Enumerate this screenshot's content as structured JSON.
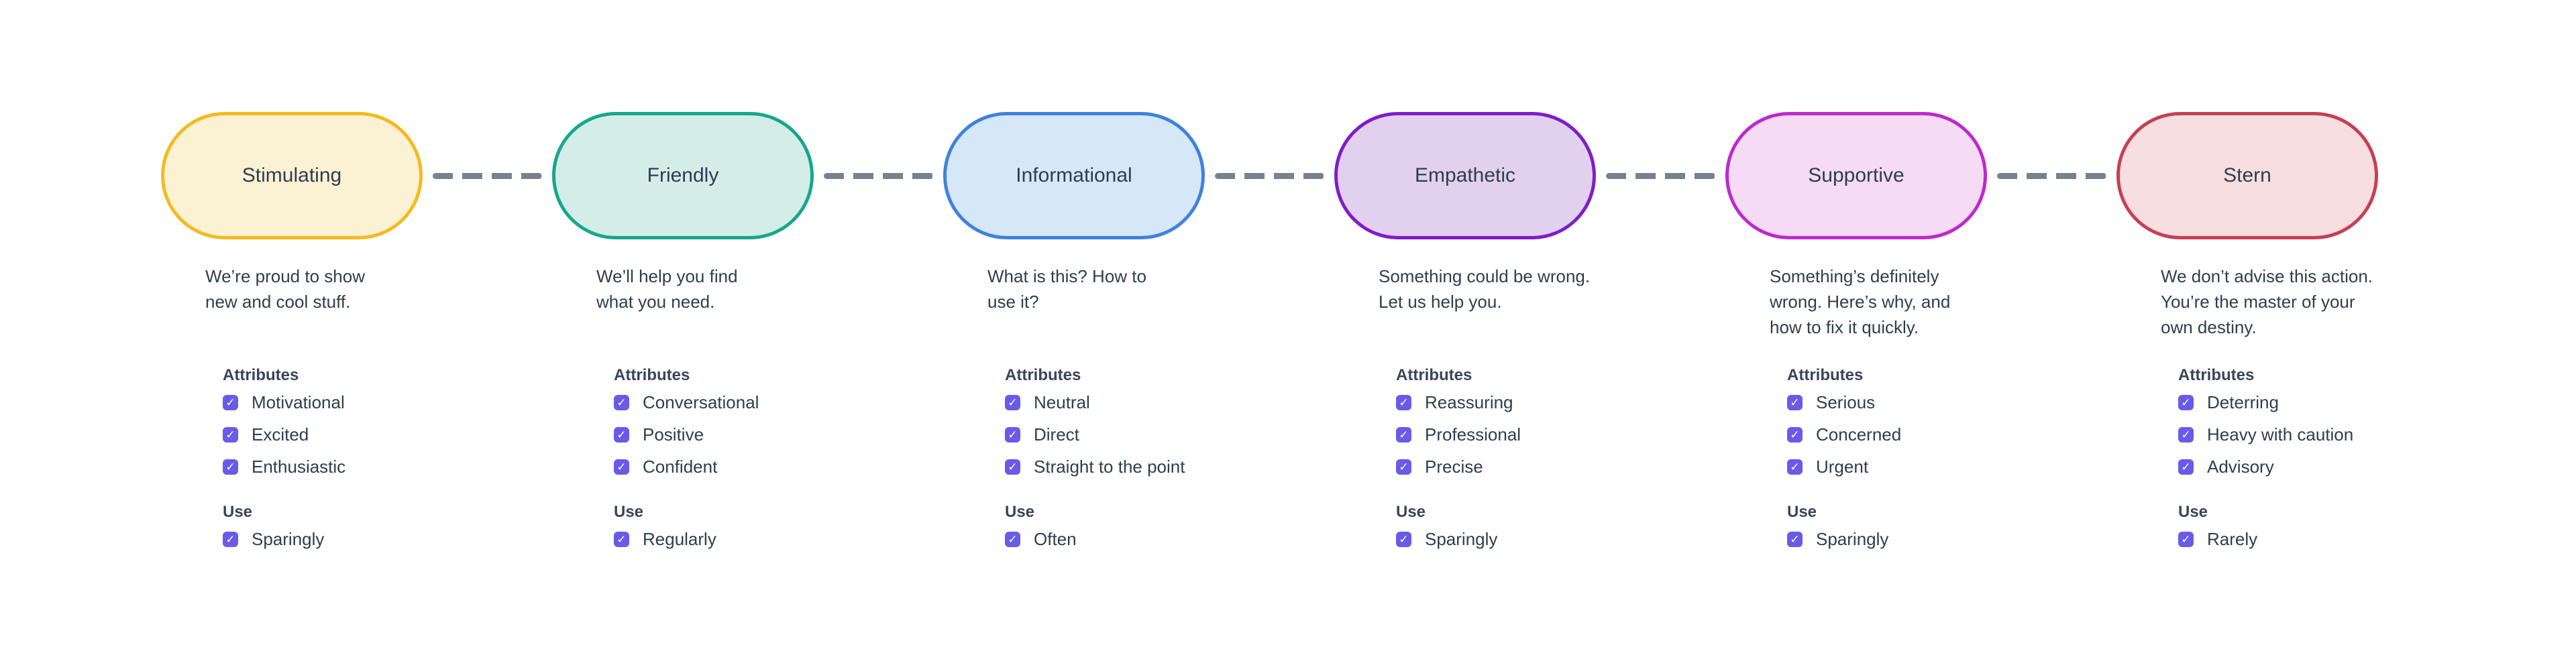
{
  "page": {
    "background": "#FFFFFF",
    "text_color": "#2E3E4E"
  },
  "connector": {
    "color": "#76838F",
    "style": "dashed"
  },
  "checkbox": {
    "color": "#6A5AE8",
    "checked": true
  },
  "icons": {
    "check": "✓"
  },
  "labels": {
    "attributes": "Attributes",
    "use": "Use"
  },
  "nodes": [
    {
      "label": "Stimulating",
      "description": "We’re proud to show\nnew and cool stuff.",
      "colors": {
        "border": "#F3BA20",
        "fill": "#FBF1D3"
      },
      "attributes": [
        "Motivational",
        "Excited",
        "Enthusiastic"
      ],
      "use": "Sparingly"
    },
    {
      "label": "Friendly",
      "description": "We’ll help you find\nwhat you need.",
      "colors": {
        "border": "#17A78C",
        "fill": "#D5EDE8"
      },
      "attributes": [
        "Conversational",
        "Positive",
        "Confident"
      ],
      "use": "Regularly"
    },
    {
      "label": "Informational",
      "description": "What is this? How to\nuse it?",
      "colors": {
        "border": "#3E82DD",
        "fill": "#D6E7F8"
      },
      "attributes": [
        "Neutral",
        "Direct",
        "Straight to the point"
      ],
      "use": "Often"
    },
    {
      "label": "Empathetic",
      "description": "Something could be wrong.\nLet us help you.",
      "colors": {
        "border": "#7E1EC8",
        "fill": "#E2D0EF"
      },
      "attributes": [
        "Reassuring",
        "Professional",
        "Precise"
      ],
      "use": "Sparingly"
    },
    {
      "label": "Supportive",
      "description": "Something’s definitely\nwrong. Here’s why, and\nhow to fix it quickly.",
      "colors": {
        "border": "#BC2BCB",
        "fill": "#F5DBF3"
      },
      "attributes": [
        "Serious",
        "Concerned",
        "Urgent"
      ],
      "use": "Sparingly"
    },
    {
      "label": "Stern",
      "description": "We don’t advise this action.\nYou’re the master of your\nown destiny.",
      "colors": {
        "border": "#C64053",
        "fill": "#F7DEE0"
      },
      "attributes": [
        "Deterring",
        "Heavy with caution",
        "Advisory"
      ],
      "use": "Rarely"
    }
  ]
}
